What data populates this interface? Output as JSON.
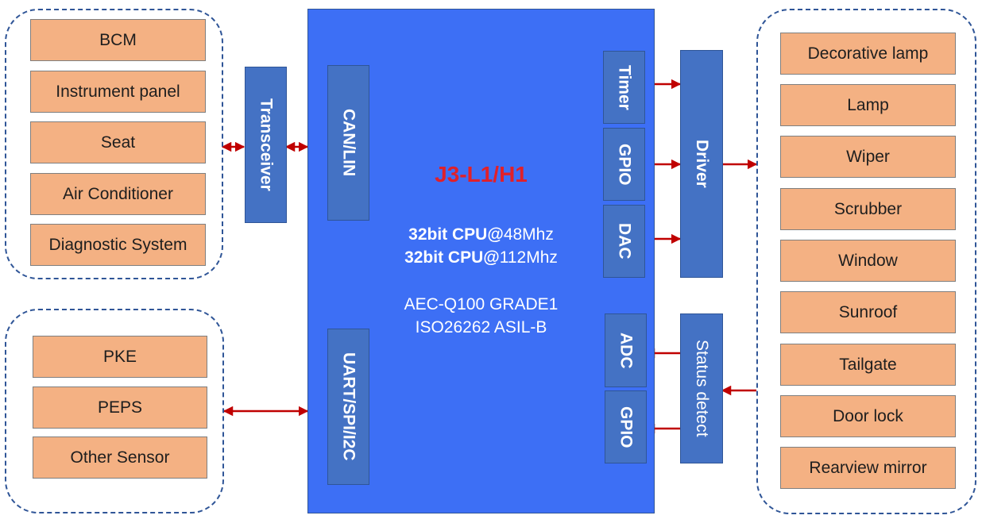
{
  "left_top_group": {
    "items": [
      "BCM",
      "Instrument panel",
      "Seat",
      "Air Conditioner",
      "Diagnostic System"
    ]
  },
  "left_bottom_group": {
    "items": [
      "PKE",
      "PEPS",
      "Other Sensor"
    ]
  },
  "transceiver": {
    "label": "Transceiver"
  },
  "mcu": {
    "title": "J3-L1/H1",
    "cpu_lines": [
      {
        "bold": "32bit CPU@",
        "rest": "48Mhz"
      },
      {
        "bold": "32bit CPU@",
        "rest": "112Mhz"
      }
    ],
    "standards": [
      "AEC-Q100 GRADE1",
      "ISO26262 ASIL-B"
    ],
    "interfaces": {
      "can_lin": "CAN/LIN",
      "uart_spi_i2c": "UART/SPI/I2C",
      "timer": "Timer",
      "gpio_out": "GPIO",
      "dac": "DAC",
      "adc": "ADC",
      "gpio_in": "GPIO"
    }
  },
  "driver": {
    "label": "Driver"
  },
  "status_detect": {
    "label": "Status detect"
  },
  "right_group": {
    "items": [
      "Decorative lamp",
      "Lamp",
      "Wiper",
      "Scrubber",
      "Window",
      "Sunroof",
      "Tailgate",
      "Door lock",
      "Rearview mirror"
    ]
  },
  "colors": {
    "load_box": "#f4b183",
    "block": "#4472c4",
    "mcu": "#3d6ff5",
    "arrow": "#c00000",
    "group_border": "#2f5597",
    "title": "#e0202a"
  }
}
